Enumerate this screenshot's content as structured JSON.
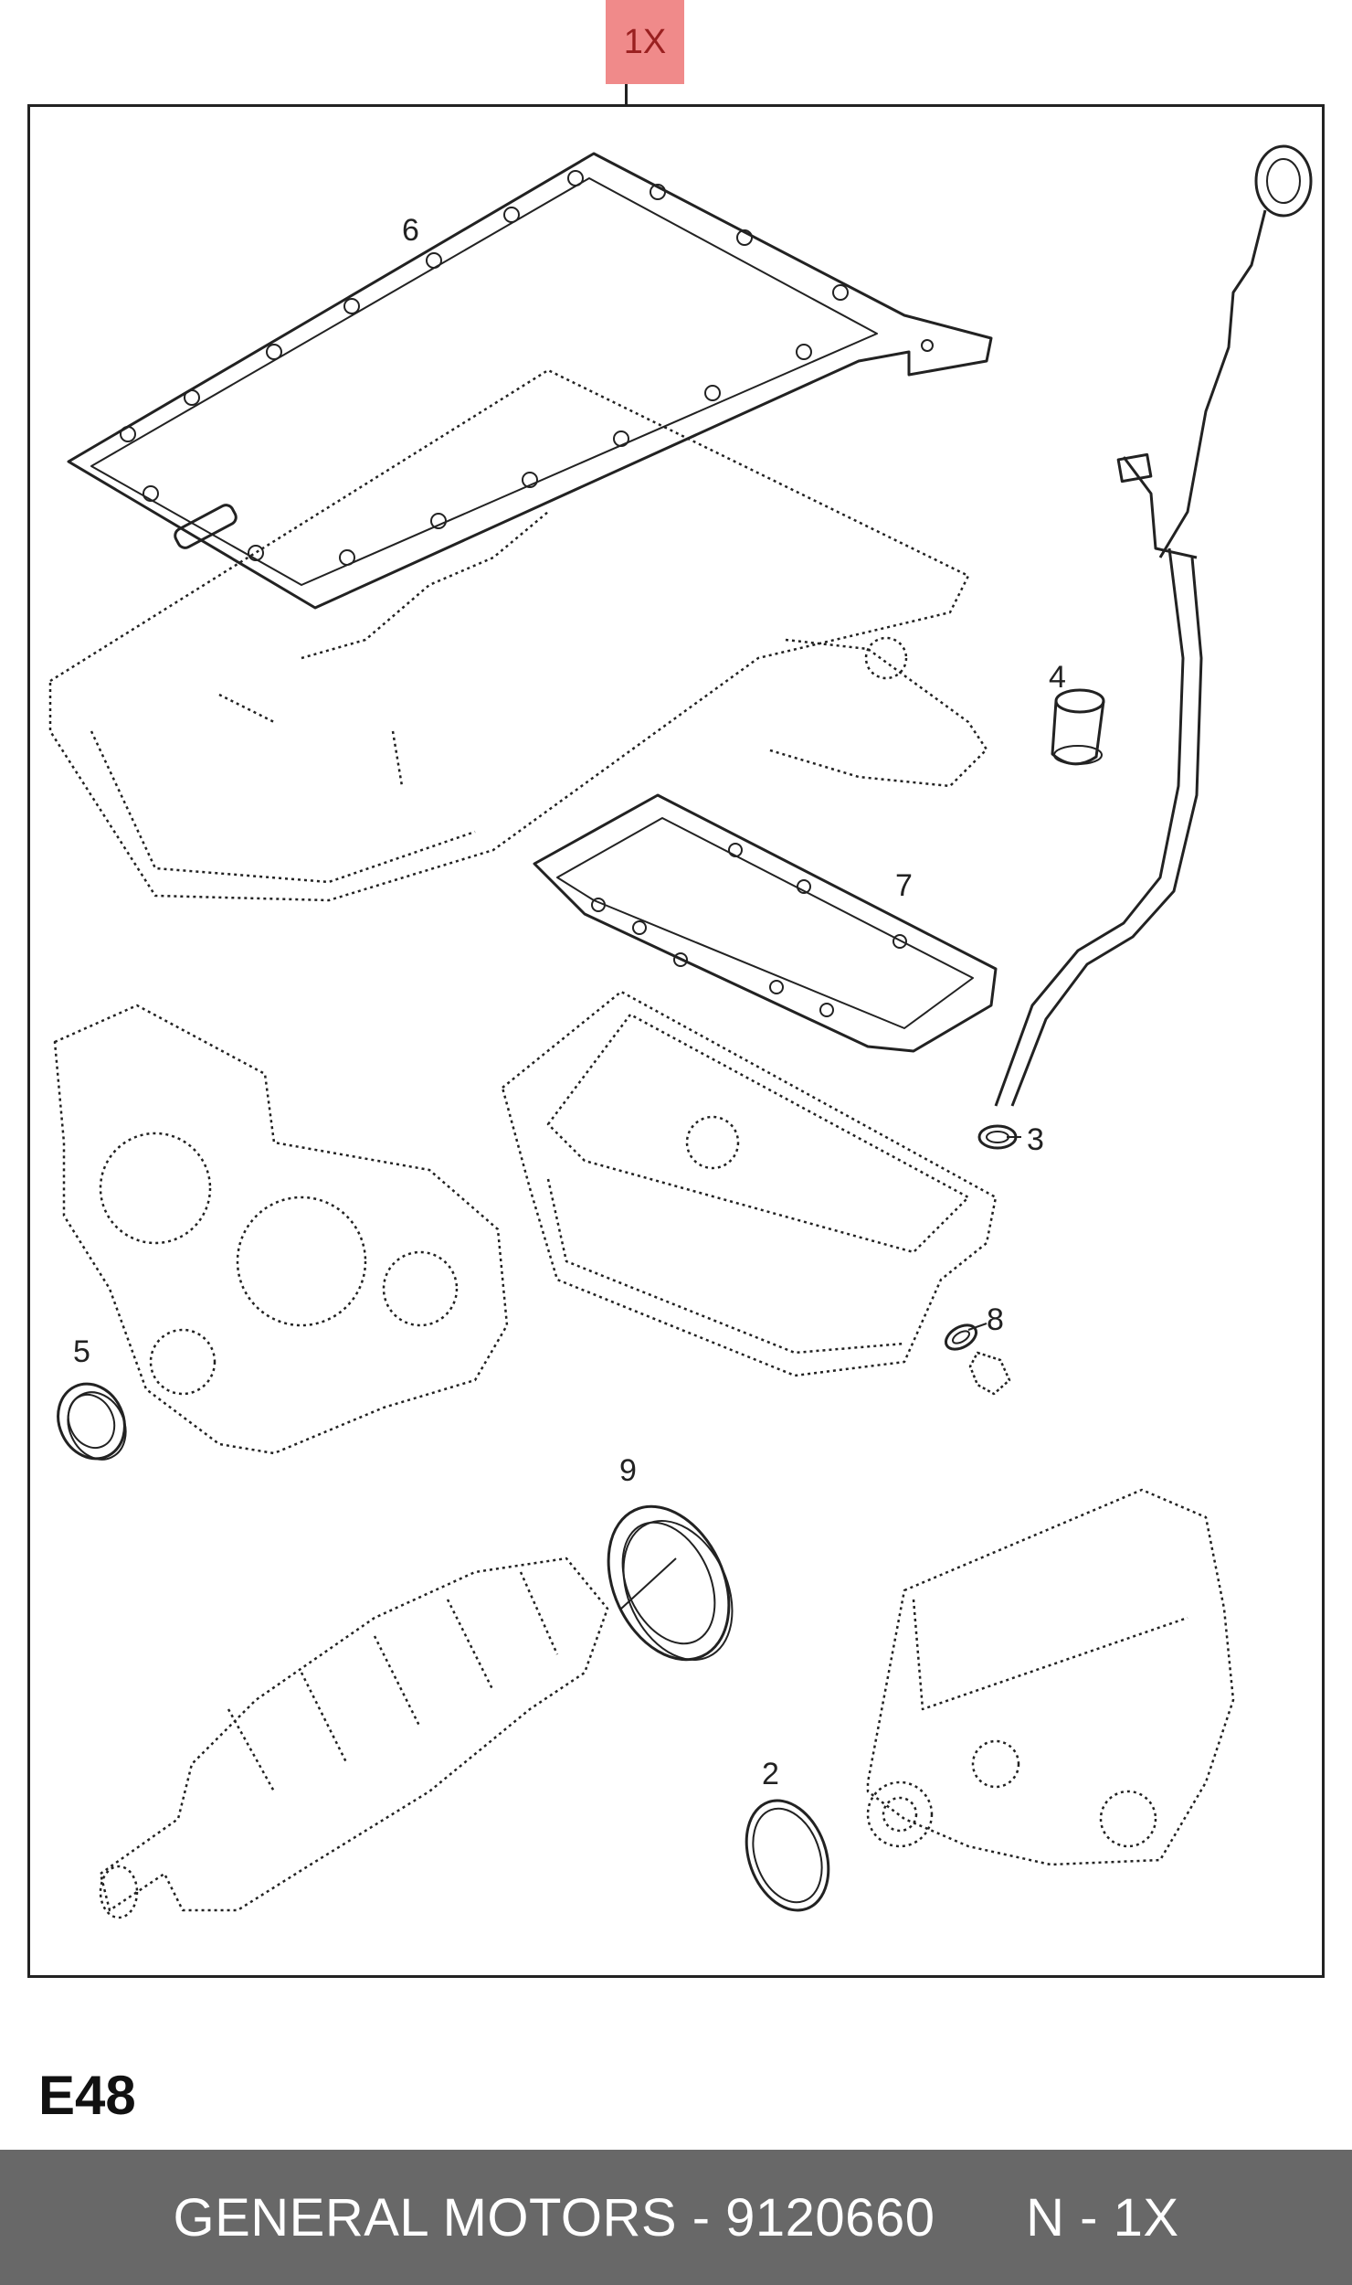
{
  "kit_tag": "1X",
  "callouts": {
    "p1": "6",
    "p2": "4",
    "p3": "7",
    "p4": "3",
    "p5": "5",
    "p6": "8",
    "p7": "9",
    "p8": "2"
  },
  "page_code": "E48",
  "footer": {
    "manufacturer": "GENERAL MOTORS",
    "separator": " - ",
    "part_number": "9120660",
    "gap": "      ",
    "quantity": "N - 1X"
  },
  "colors": {
    "tag_fill": "#f08a8a",
    "footer_bg": "#686868",
    "line": "#222222"
  }
}
